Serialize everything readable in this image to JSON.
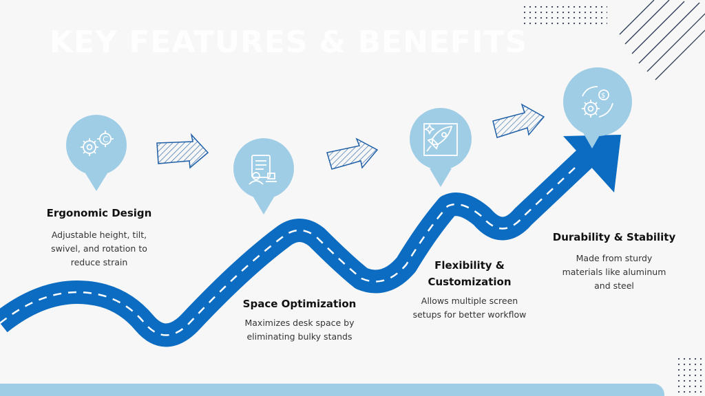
{
  "page": {
    "title": "KEY FEATURES & BENEFITS"
  },
  "colors": {
    "road": "#0b6cc1",
    "pin": "#9fcde6",
    "bottom_bar": "#9fcde6",
    "background": "#f7f7f7"
  },
  "features": [
    {
      "title": "Ergonomic Design",
      "desc_lines": [
        "Adjustable height, tilt,",
        "swivel, and rotation to",
        "reduce strain"
      ],
      "icon": "gears-icon"
    },
    {
      "title": "Space Optimization",
      "desc_lines": [
        "Maximizes desk space by",
        "eliminating bulky stands"
      ],
      "icon": "document-stamp-icon"
    },
    {
      "title_lines": [
        "Flexibility &",
        "Customization"
      ],
      "desc_lines": [
        "Allows multiple screen",
        "setups for better workflow"
      ],
      "icon": "rocket-icon"
    },
    {
      "title": "Durability & Stability",
      "desc_lines": [
        "Made from sturdy",
        "materials like aluminum",
        "and steel"
      ],
      "icon": "gear-dollar-icon"
    }
  ]
}
